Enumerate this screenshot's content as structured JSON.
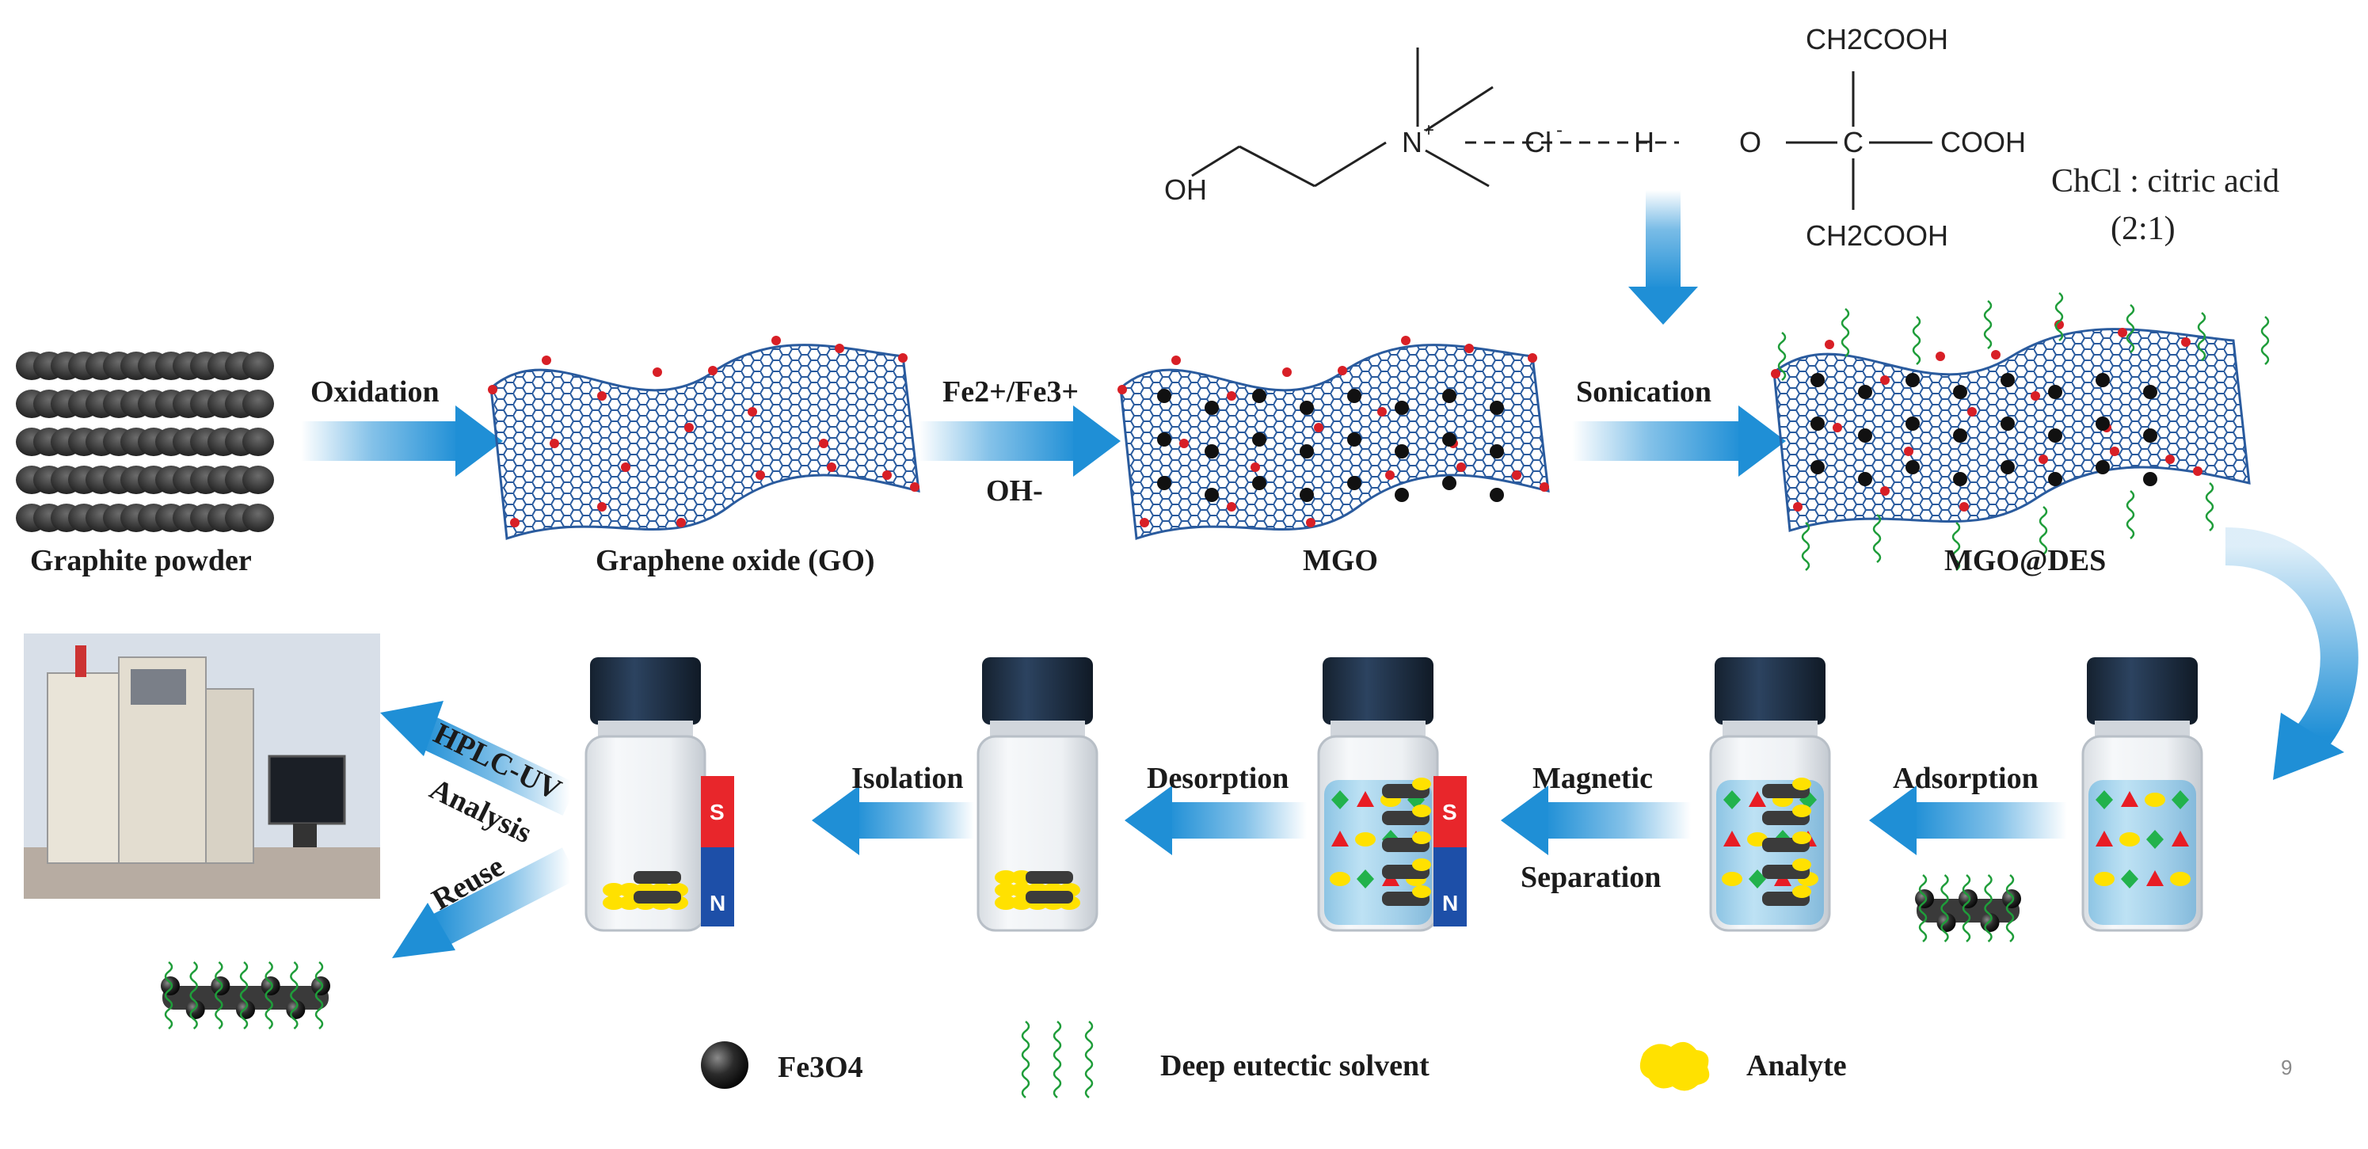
{
  "structure": {
    "atoms": {
      "oh": "OH",
      "n_plus": "N",
      "n_charge": "+",
      "cl": "Cl",
      "cl_charge": "-",
      "h": "H",
      "o": "O",
      "c": "C",
      "cooh": "COOH",
      "ch2cooh_top": "CH2COOH",
      "ch2cooh_bottom": "CH2COOH"
    },
    "ratio_label": "ChCl : citric acid",
    "ratio_value": "(2:1)"
  },
  "top_row": {
    "graphite_label": "Graphite powder",
    "oxidation_label": "Oxidation",
    "go_label": "Graphene oxide (GO)",
    "fe_label": "Fe2+/Fe3+",
    "oh_label": "OH-",
    "mgo_label": "MGO",
    "sonication_label": "Sonication",
    "mgodes_label": "MGO@DES"
  },
  "bottom_row": {
    "hplc_label": "HPLC-UV",
    "analysis_label": "Analysis",
    "isolation_label": "Isolation",
    "desorption_label": "Desorption",
    "magnetic_label": "Magnetic",
    "separation_label": "Separation",
    "adsorption_label": "Adsorption",
    "reuse_label": "Reuse",
    "magnet_s": "S",
    "magnet_n": "N"
  },
  "legend": {
    "fe3o4_label": "Fe3O4",
    "des_label": "Deep eutectic solvent",
    "analyte_label": "Analyte"
  },
  "page_number": "9",
  "colors": {
    "arrow_blue": "#1f8fd6",
    "sheet_blue": "#2a5b9e",
    "oxygen_red": "#d81f26",
    "fe3o4_black": "#111111",
    "des_green": "#1f9d3a",
    "analyte_yellow": "#ffe100",
    "vial_cap": "#1d2e44",
    "solution_blue": "#9fd3ee",
    "magnet_red": "#e8262b",
    "magnet_blue": "#1d4fa8"
  }
}
